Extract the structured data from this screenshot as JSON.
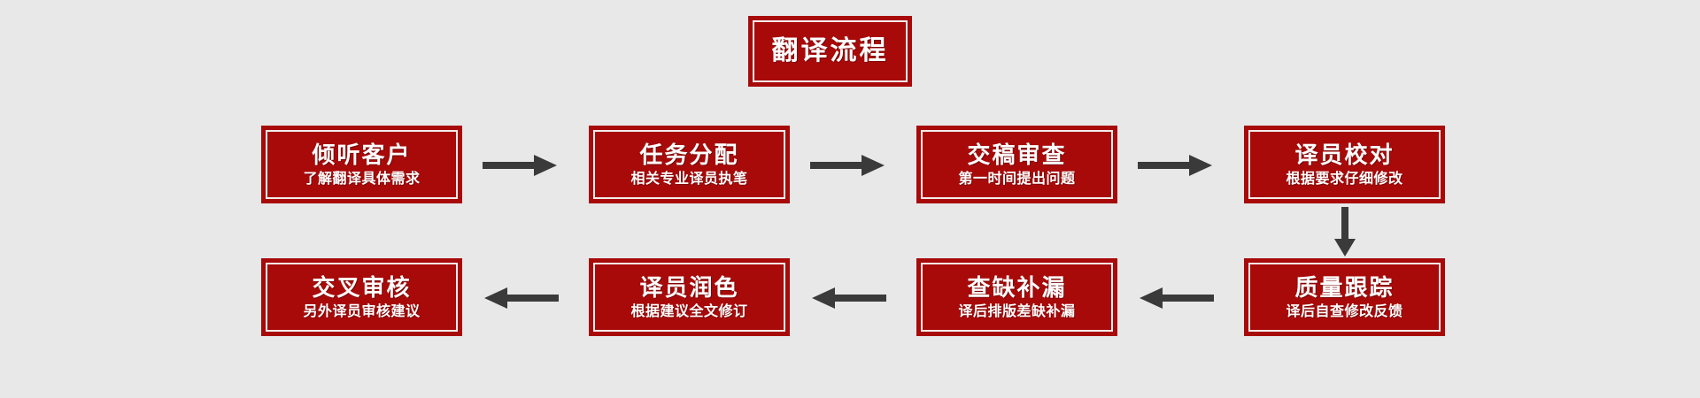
{
  "diagram": {
    "type": "flowchart",
    "title": "翻译流程",
    "background_color": "#e8e8e8",
    "box_fill_color": "#a80a0a",
    "box_border_color": "#a80a0a",
    "box_inner_rule_color": "#f4eceb",
    "text_color": "#ffffff",
    "arrow_color": "#3a3a3a",
    "flow_order": "left-to-right on row 1, then down on the right edge, then right-to-left on row 2",
    "steps": [
      {
        "index": 1,
        "title": "倾听客户",
        "subtitle": "了解翻译具体需求",
        "row": 1,
        "column": 1
      },
      {
        "index": 2,
        "title": "任务分配",
        "subtitle": "相关专业译员执笔",
        "row": 1,
        "column": 2
      },
      {
        "index": 3,
        "title": "交稿审查",
        "subtitle": "第一时间提出问题",
        "row": 1,
        "column": 3
      },
      {
        "index": 4,
        "title": "译员校对",
        "subtitle": "根据要求仔细修改",
        "row": 1,
        "column": 4
      },
      {
        "index": 5,
        "title": "质量跟踪",
        "subtitle": "译后自查修改反馈",
        "row": 2,
        "column": 4
      },
      {
        "index": 6,
        "title": "查缺补漏",
        "subtitle": "译后排版差缺补漏",
        "row": 2,
        "column": 3
      },
      {
        "index": 7,
        "title": "译员润色",
        "subtitle": "根据建议全文修订",
        "row": 2,
        "column": 2
      },
      {
        "index": 8,
        "title": "交叉审核",
        "subtitle": "另外译员审核建议",
        "row": 2,
        "column": 1
      }
    ],
    "connectors": [
      {
        "id": "r1-a",
        "from": 1,
        "to": 2,
        "direction": "right",
        "icon": "arrow-right-icon"
      },
      {
        "id": "r1-b",
        "from": 2,
        "to": 3,
        "direction": "right",
        "icon": "arrow-right-icon"
      },
      {
        "id": "r1-c",
        "from": 3,
        "to": 4,
        "direction": "right",
        "icon": "arrow-right-icon"
      },
      {
        "id": "down",
        "from": 4,
        "to": 5,
        "direction": "down",
        "icon": "arrow-down-icon"
      },
      {
        "id": "r2-a",
        "from": 5,
        "to": 6,
        "direction": "left",
        "icon": "arrow-left-icon"
      },
      {
        "id": "r2-b",
        "from": 6,
        "to": 7,
        "direction": "left",
        "icon": "arrow-left-icon"
      },
      {
        "id": "r2-c",
        "from": 7,
        "to": 8,
        "direction": "left",
        "icon": "arrow-left-icon"
      }
    ]
  }
}
